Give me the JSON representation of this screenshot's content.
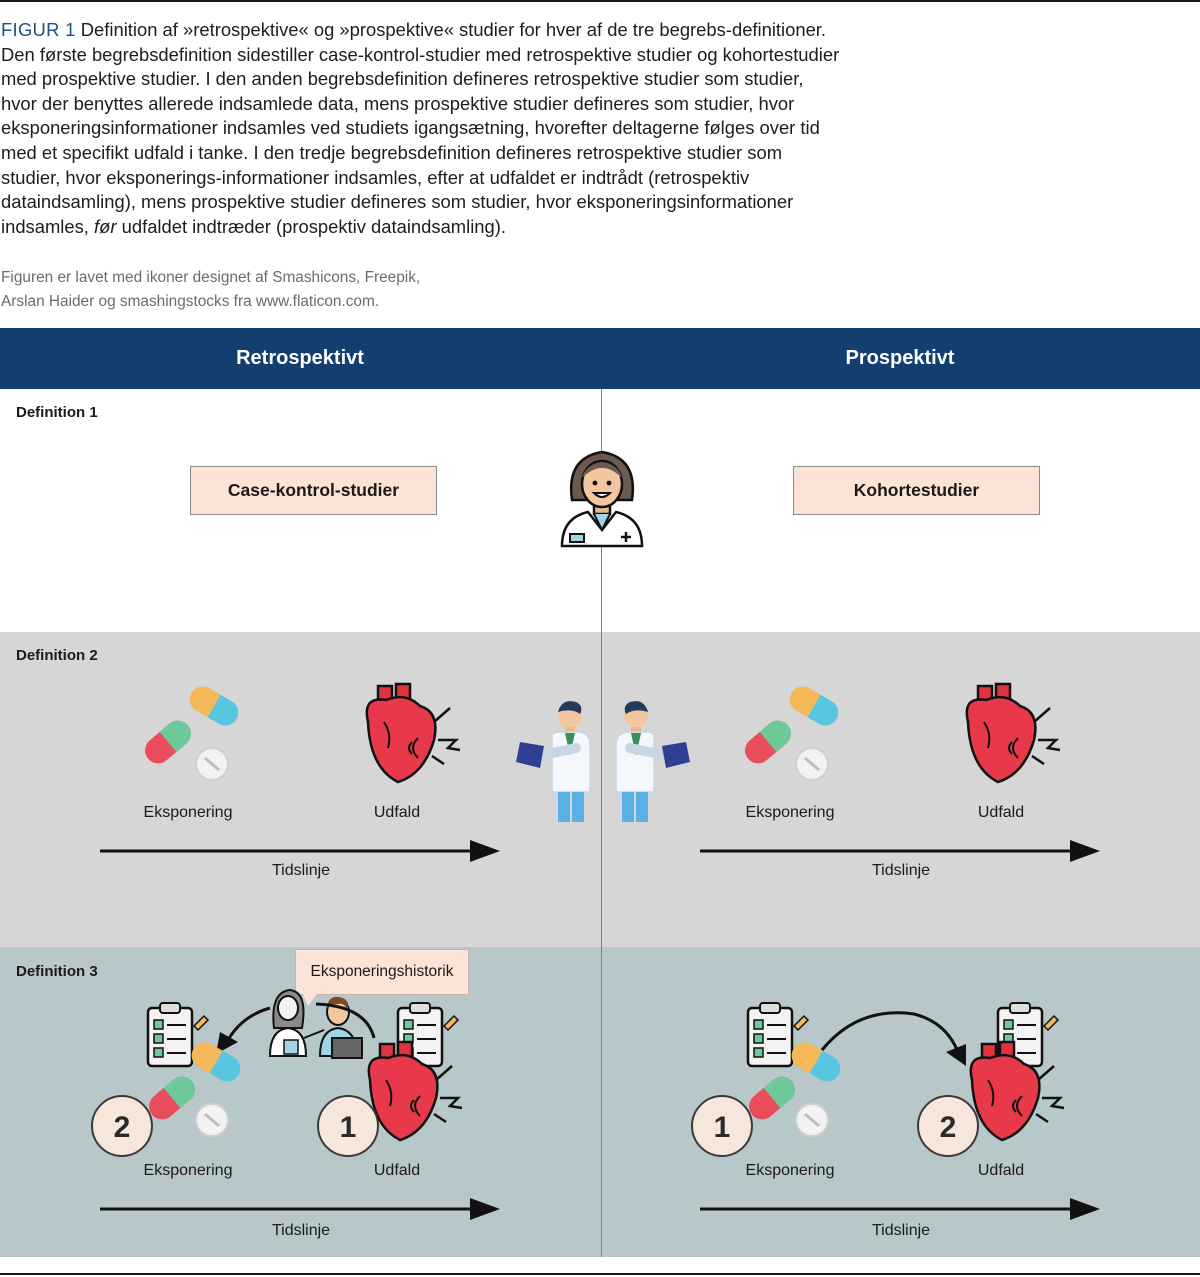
{
  "caption": {
    "fig_label": "FIGUR 1",
    "text_before_italic": "Definition af »retrospektive« og »prospektive« studier for hver af de tre begrebs-definitioner. Den første begrebsdefinition sidestiller case-kontrol-studier med retrospektive studier og kohortestudier med prospektive studier. I den anden begrebsdefinition defineres retrospektive studier som studier, hvor der benyttes allerede indsamlede data, mens prospektive studier defineres som studier, hvor eksponeringsinformationer indsamles ved studiets igangsætning, hvorefter deltagerne følges over tid med et specifikt udfald i tanke. I den tredje begrebsdefinition defineres retrospektive studier som studier, hvor eksponerings-informationer indsamles, efter at udfaldet er indtrådt (retrospektiv dataindsamling), mens prospektive studier defineres som studier, hvor eksponeringsinformationer indsamles,",
    "italic_word": "før",
    "text_after_italic": "udfaldet indtræder (prospektiv dataindsamling).",
    "credit_line1": "Figuren er lavet med ikoner designet af Smashicons, Freepik,",
    "credit_line2": "Arslan Haider og smashingstocks fra www.flaticon.com."
  },
  "header": {
    "left": "Retrospektivt",
    "right": "Prospektivt"
  },
  "definition1": {
    "label": "Definition 1",
    "left_box": "Case-kontrol-studier",
    "right_box": "Kohortestudier"
  },
  "definition2": {
    "label": "Definition 2",
    "exposure": "Eksponering",
    "outcome": "Udfald",
    "timeline": "Tidslinje"
  },
  "definition3": {
    "label": "Definition 3",
    "speech": "Eksponeringshistorik",
    "exposure": "Eksponering",
    "outcome": "Udfald",
    "timeline": "Tidslinje",
    "left_exposure_order": "2",
    "left_outcome_order": "1",
    "right_exposure_order": "1",
    "right_outcome_order": "2"
  },
  "colors": {
    "header": "#123f70",
    "band2": "#d6d6d6",
    "band3": "#b8c7c9",
    "box_fill": "#fbe3d7",
    "fig_label": "#1f4f86"
  }
}
